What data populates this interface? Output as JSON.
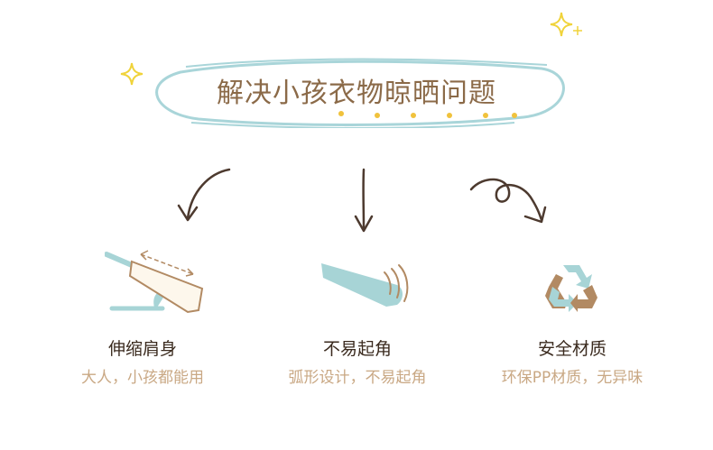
{
  "title": "解决小孩衣物晾晒问题",
  "features": [
    {
      "label": "伸缩肩身",
      "sublabel": "大人，小孩都能用",
      "icon": "extendable-hanger-icon"
    },
    {
      "label": "不易起角",
      "sublabel": "弧形设计，不易起角",
      "icon": "curved-shoulder-icon"
    },
    {
      "label": "安全材质",
      "sublabel": "环保PP材质，无异味",
      "icon": "recycle-icon"
    }
  ],
  "colors": {
    "title_text": "#8b6a48",
    "oval_outline": "#a9d5d9",
    "accent_teal": "#a7d4d6",
    "accent_brown": "#b28a63",
    "sparkle": "#f0d33a",
    "arrow": "#4d3a2f",
    "label": "#3a2a1e",
    "sublabel": "#c9a884"
  }
}
